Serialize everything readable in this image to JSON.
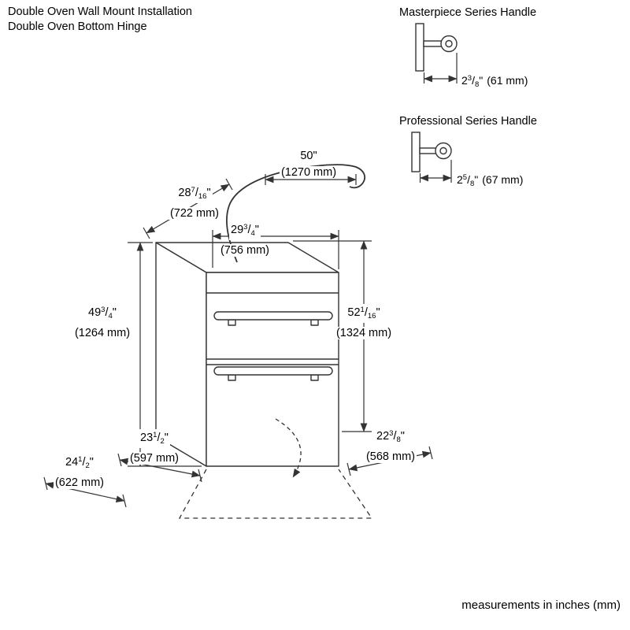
{
  "header": {
    "line1": "Double Oven Wall Mount Installation",
    "line2": "Double Oven Bottom Hinge"
  },
  "handles": {
    "masterpiece": {
      "title": "Masterpiece Series Handle",
      "dim": {
        "whole": "2",
        "frac": "3/8",
        "unit": "\"",
        "mm": "(61 mm)"
      }
    },
    "professional": {
      "title": "Professional Series Handle",
      "dim": {
        "whole": "2",
        "frac": "5/8",
        "unit": "\"",
        "mm": "(67 mm)"
      }
    }
  },
  "dimensions": {
    "conduit_length": {
      "whole": "50",
      "frac": "",
      "unit": "\"",
      "mm": "(1270 mm)"
    },
    "depth_top": {
      "whole": "28",
      "frac": "7/16",
      "unit": "\"",
      "mm": "(722 mm)"
    },
    "width_top": {
      "whole": "29",
      "frac": "3/4",
      "unit": "\"",
      "mm": "(756 mm)"
    },
    "height_left": {
      "whole": "49",
      "frac": "3/4",
      "unit": "\"",
      "mm": "(1264 mm)"
    },
    "height_right": {
      "whole": "52",
      "frac": "1/16",
      "unit": "\"",
      "mm": "(1324 mm)"
    },
    "depth_bottom_inner": {
      "whole": "23",
      "frac": "1/2",
      "unit": "\"",
      "mm": "(597 mm)"
    },
    "depth_bottom_outer": {
      "whole": "24",
      "frac": "1/2",
      "unit": "\"",
      "mm": "(622 mm)"
    },
    "door_projection": {
      "whole": "22",
      "frac": "3/8",
      "unit": "\"",
      "mm": "(568 mm)"
    }
  },
  "footer": {
    "note": "measurements in inches (mm)"
  },
  "colors": {
    "line": "#333333",
    "text": "#000000"
  }
}
